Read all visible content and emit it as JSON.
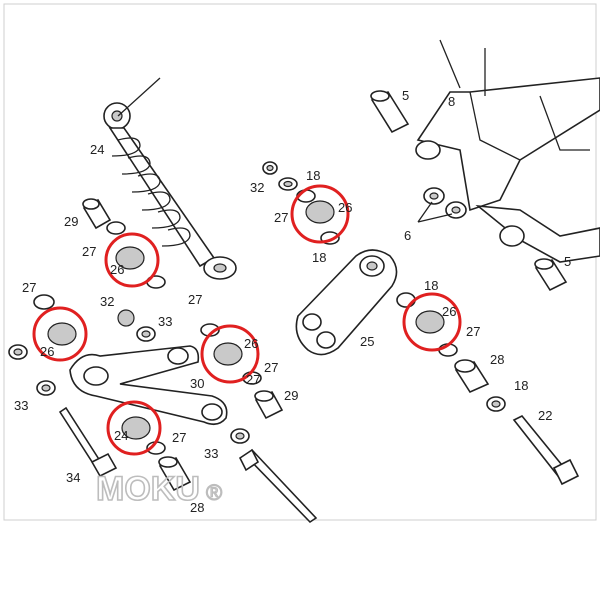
{
  "callouts": [
    {
      "id": "c24a",
      "text": "24"
    },
    {
      "id": "c5a",
      "text": "5"
    },
    {
      "id": "c8",
      "text": "8"
    },
    {
      "id": "c18a",
      "text": "18"
    },
    {
      "id": "c32a",
      "text": "32"
    },
    {
      "id": "c27a",
      "text": "27"
    },
    {
      "id": "c26a",
      "text": "26"
    },
    {
      "id": "c18b",
      "text": "18"
    },
    {
      "id": "c6",
      "text": "6"
    },
    {
      "id": "c29a",
      "text": "29"
    },
    {
      "id": "c27b",
      "text": "27"
    },
    {
      "id": "c26b",
      "text": "26"
    },
    {
      "id": "c5b",
      "text": "5"
    },
    {
      "id": "c27c",
      "text": "27"
    },
    {
      "id": "c32b",
      "text": "32"
    },
    {
      "id": "c27d",
      "text": "27"
    },
    {
      "id": "c33a",
      "text": "33"
    },
    {
      "id": "c18c",
      "text": "18"
    },
    {
      "id": "c26c",
      "text": "26"
    },
    {
      "id": "c26d",
      "text": "26"
    },
    {
      "id": "c27e",
      "text": "27"
    },
    {
      "id": "c25",
      "text": "25"
    },
    {
      "id": "c26e",
      "text": "26"
    },
    {
      "id": "c27f",
      "text": "27"
    },
    {
      "id": "c28a",
      "text": "28"
    },
    {
      "id": "c30",
      "text": "30"
    },
    {
      "id": "c27g",
      "text": "27"
    },
    {
      "id": "c29b",
      "text": "29"
    },
    {
      "id": "c18d",
      "text": "18"
    },
    {
      "id": "c33b",
      "text": "33"
    },
    {
      "id": "c24b",
      "text": "24"
    },
    {
      "id": "c27h",
      "text": "27"
    },
    {
      "id": "c22",
      "text": "22"
    },
    {
      "id": "c33c",
      "text": "33"
    },
    {
      "id": "c34",
      "text": "34"
    },
    {
      "id": "c28b",
      "text": "28"
    }
  ],
  "watermark": {
    "text": "MOKU",
    "mark": "®"
  },
  "highlight_color": "#e02020"
}
